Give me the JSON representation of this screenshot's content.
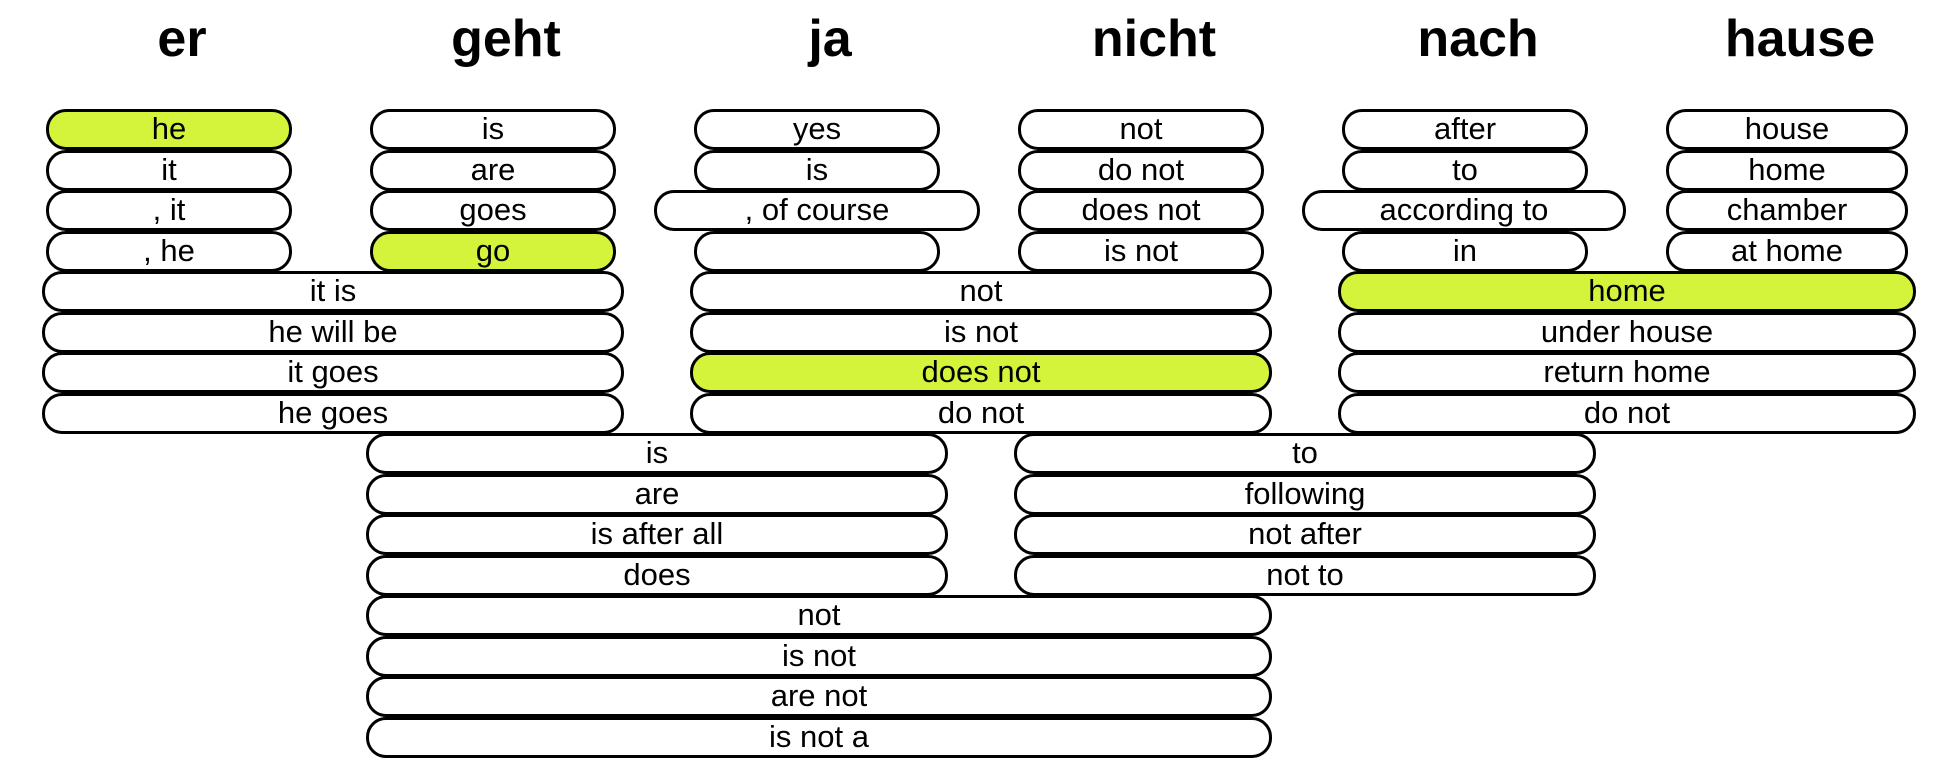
{
  "colors": {
    "highlight": "#d4f43c",
    "border": "#000000",
    "background": "#ffffff"
  },
  "source_words": [
    "er",
    "geht",
    "ja",
    "nicht",
    "nach",
    "hause"
  ],
  "groups": [
    {
      "span": [
        0,
        0
      ],
      "options": [
        {
          "text": "he",
          "highlighted": true
        },
        {
          "text": "it",
          "highlighted": false
        },
        {
          "text": ", it",
          "highlighted": false
        },
        {
          "text": ", he",
          "highlighted": false
        }
      ]
    },
    {
      "span": [
        1,
        1
      ],
      "options": [
        {
          "text": "is",
          "highlighted": false
        },
        {
          "text": "are",
          "highlighted": false
        },
        {
          "text": "goes",
          "highlighted": false
        },
        {
          "text": "go",
          "highlighted": true
        }
      ]
    },
    {
      "span": [
        2,
        2
      ],
      "options": [
        {
          "text": "yes",
          "highlighted": false
        },
        {
          "text": "is",
          "highlighted": false
        },
        {
          "text": ", of course",
          "highlighted": false
        },
        {
          "text": "",
          "highlighted": false
        }
      ]
    },
    {
      "span": [
        3,
        3
      ],
      "options": [
        {
          "text": "not",
          "highlighted": false
        },
        {
          "text": "do not",
          "highlighted": false
        },
        {
          "text": "does not",
          "highlighted": false
        },
        {
          "text": "is not",
          "highlighted": false
        }
      ]
    },
    {
      "span": [
        4,
        4
      ],
      "options": [
        {
          "text": "after",
          "highlighted": false
        },
        {
          "text": "to",
          "highlighted": false
        },
        {
          "text": "according to",
          "highlighted": false
        },
        {
          "text": "in",
          "highlighted": false
        }
      ]
    },
    {
      "span": [
        5,
        5
      ],
      "options": [
        {
          "text": "house",
          "highlighted": false
        },
        {
          "text": "home",
          "highlighted": false
        },
        {
          "text": "chamber",
          "highlighted": false
        },
        {
          "text": "at home",
          "highlighted": false
        }
      ]
    },
    {
      "span": [
        0,
        1
      ],
      "options": [
        {
          "text": "it is",
          "highlighted": false
        },
        {
          "text": "he will be",
          "highlighted": false
        },
        {
          "text": "it goes",
          "highlighted": false
        },
        {
          "text": "he goes",
          "highlighted": false
        }
      ]
    },
    {
      "span": [
        2,
        3
      ],
      "options": [
        {
          "text": "not",
          "highlighted": false
        },
        {
          "text": "is not",
          "highlighted": false
        },
        {
          "text": "does not",
          "highlighted": true
        },
        {
          "text": "do not",
          "highlighted": false
        }
      ]
    },
    {
      "span": [
        4,
        5
      ],
      "options": [
        {
          "text": "home",
          "highlighted": true
        },
        {
          "text": "under house",
          "highlighted": false
        },
        {
          "text": "return home",
          "highlighted": false
        },
        {
          "text": "do not",
          "highlighted": false
        }
      ]
    },
    {
      "span": [
        1,
        2
      ],
      "options": [
        {
          "text": "is",
          "highlighted": false
        },
        {
          "text": "are",
          "highlighted": false
        },
        {
          "text": "is after all",
          "highlighted": false
        },
        {
          "text": "does",
          "highlighted": false
        }
      ]
    },
    {
      "span": [
        3,
        4
      ],
      "options": [
        {
          "text": "to",
          "highlighted": false
        },
        {
          "text": "following",
          "highlighted": false
        },
        {
          "text": "not after",
          "highlighted": false
        },
        {
          "text": "not to",
          "highlighted": false
        }
      ]
    },
    {
      "span": [
        1,
        3
      ],
      "options": [
        {
          "text": "not",
          "highlighted": false
        },
        {
          "text": "is not",
          "highlighted": false
        },
        {
          "text": "are not",
          "highlighted": false
        },
        {
          "text": "is not a",
          "highlighted": false
        }
      ]
    }
  ]
}
